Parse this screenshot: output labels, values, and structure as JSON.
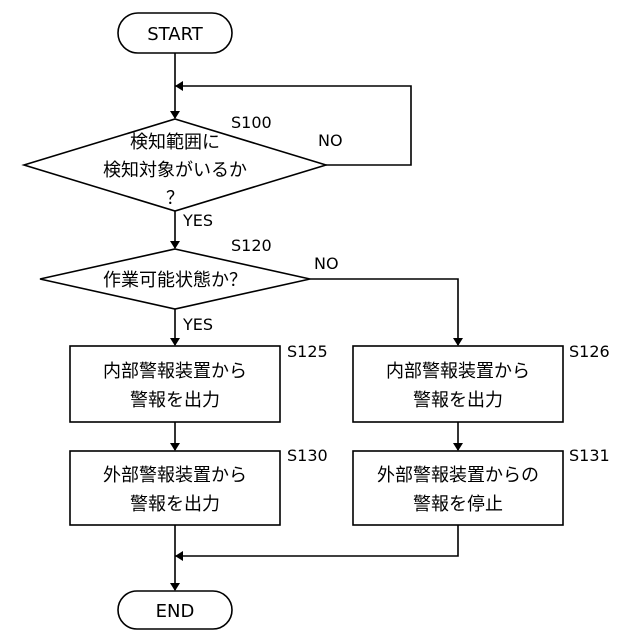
{
  "terminals": {
    "start": "START",
    "end": "END"
  },
  "decisions": {
    "detect": {
      "step": "S100",
      "line1": "検知範囲に",
      "line2": "検知対象がいるか",
      "line3": "？",
      "yes": "YES",
      "no": "NO"
    },
    "workable": {
      "step": "S120",
      "text": "作業可能状態か？",
      "yes": "YES",
      "no": "NO"
    }
  },
  "processes": {
    "s125": {
      "step": "S125",
      "line1": "内部警報装置から",
      "line2": "警報を出力"
    },
    "s126": {
      "step": "S126",
      "line1": "内部警報装置から",
      "line2": "警報を出力"
    },
    "s130": {
      "step": "S130",
      "line1": "外部警報装置から",
      "line2": "警報を出力"
    },
    "s131": {
      "step": "S131",
      "line1": "外部警報装置からの",
      "line2": "警報を停止"
    }
  }
}
